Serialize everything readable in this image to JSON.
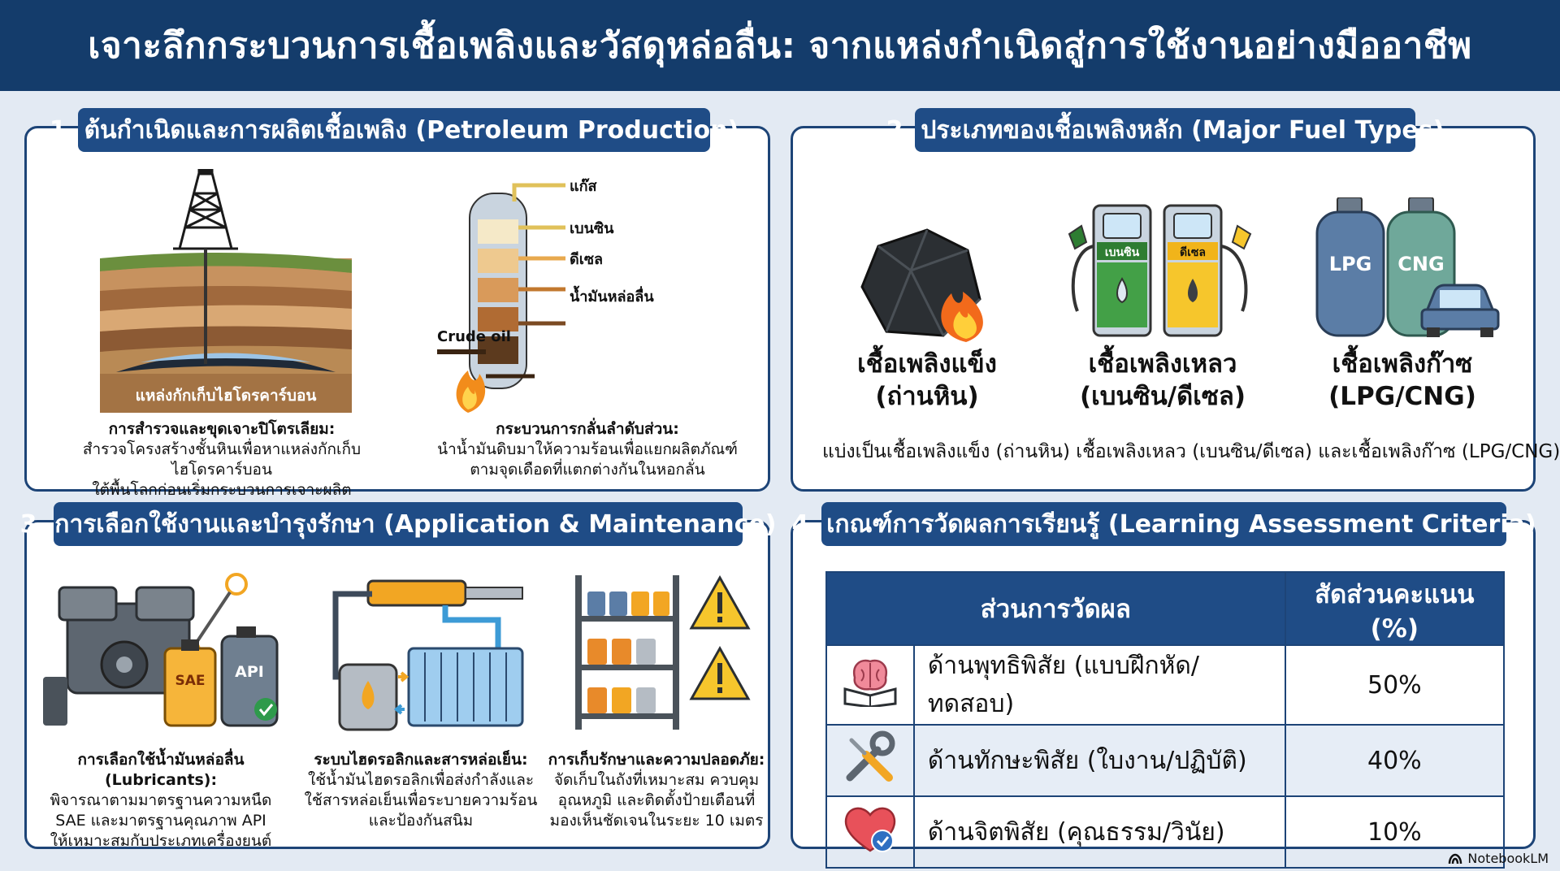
{
  "title": "เจาะลึกกระบวนการเชื้อเพลิงและวัสดุหล่อลื่น: จากแหล่งกำเนิดสู่การใช้งานอย่างมืออาชีพ",
  "colors": {
    "navy": "#143c6b",
    "panel_header": "#1f4c86",
    "background": "#e3eaf3"
  },
  "section1": {
    "header": "1. ต้นกำเนิดและการผลิตเชื้อเพลิง (Petroleum Production)",
    "reservoir_label": "แหล่งกักเก็บไฮโดรคาร์บอน",
    "tower_labels": [
      "แก๊ส",
      "เบนซิน",
      "ดีเซล",
      "น้ำมันหล่อลื่น"
    ],
    "crude_label": "Crude oil",
    "captions": [
      {
        "title": "การสำรวจและขุดเจาะปิโตรเลียม:",
        "lines": [
          "สำรวจโครงสร้างชั้นหินเพื่อหาแหล่งกักเก็บไฮโดรคาร์บอน",
          "ใต้พื้นโลกก่อนเริ่มกระบวนการเจาะผลิต"
        ]
      },
      {
        "title": "กระบวนการกลั่นลำดับส่วน:",
        "lines": [
          "นำน้ำมันดิบมาให้ความร้อนเพื่อแยกผลิตภัณฑ์",
          "ตามจุดเดือดที่แตกต่างกันในหอกลั่น"
        ]
      }
    ]
  },
  "section2": {
    "header": "2. ประเภทของเชื้อเพลิงหลัก (Major Fuel Types)",
    "pump_labels": [
      "เบนซิน",
      "ดีเซล"
    ],
    "tank_labels": [
      "LPG",
      "CNG"
    ],
    "fuels": [
      {
        "line1": "เชื้อเพลิงแข็ง",
        "line2": "(ถ่านหิน)"
      },
      {
        "line1": "เชื้อเพลิงเหลว",
        "line2": "(เบนซิน/ดีเซล)"
      },
      {
        "line1": "เชื้อเพลิงก๊าซ",
        "line2": "(LPG/CNG)"
      }
    ],
    "summary": "แบ่งเป็นเชื้อเพลิงแข็ง (ถ่านหิน) เชื้อเพลิงเหลว (เบนซิน/ดีเซล) และเชื้อเพลิงก๊าซ (LPG/CNG)"
  },
  "section3": {
    "header": "3. การเลือกใช้งานและบำรุงรักษา (Application & Maintenance)",
    "bottle_labels": [
      "SAE",
      "API"
    ],
    "captions": [
      {
        "title": "การเลือกใช้น้ำมันหล่อลื่น (Lubricants):",
        "lines": [
          "พิจารณาตามมาตรฐานความหนืด",
          "SAE และมาตรฐานคุณภาพ API",
          "ให้เหมาะสมกับประเภทเครื่องยนต์"
        ]
      },
      {
        "title": "ระบบไฮดรอลิกและสารหล่อเย็น:",
        "lines": [
          "ใช้น้ำมันไฮดรอลิกเพื่อส่งกำลังและ",
          "ใช้สารหล่อเย็นเพื่อระบายความร้อน",
          "และป้องกันสนิม"
        ]
      },
      {
        "title": "การเก็บรักษาและความปลอดภัย:",
        "lines": [
          "จัดเก็บในถังที่เหมาะสม ควบคุม",
          "อุณหภูมิ และติดตั้งป้ายเตือนที่",
          "มองเห็นชัดเจนในระยะ 10 เมตร"
        ]
      }
    ]
  },
  "section4": {
    "header": "4. เกณฑ์การวัดผลการเรียนรู้ (Learning Assessment Criteria)",
    "table_headers": [
      "ส่วนการวัดผล",
      "สัดส่วนคะแนน (%)"
    ],
    "rows": [
      {
        "icon": "brain-book-icon",
        "name": "ด้านพุทธิพิสัย (แบบฝึกหัด/ทดสอบ)",
        "percent": "50%"
      },
      {
        "icon": "wrench-screwdriver-icon",
        "name": "ด้านทักษะพิสัย (ใบงาน/ปฏิบัติ)",
        "percent": "40%"
      },
      {
        "icon": "heart-check-icon",
        "name": "ด้านจิตพิสัย (คุณธรรม/วินัย)",
        "percent": "10%"
      }
    ]
  },
  "watermark": "NotebookLM"
}
